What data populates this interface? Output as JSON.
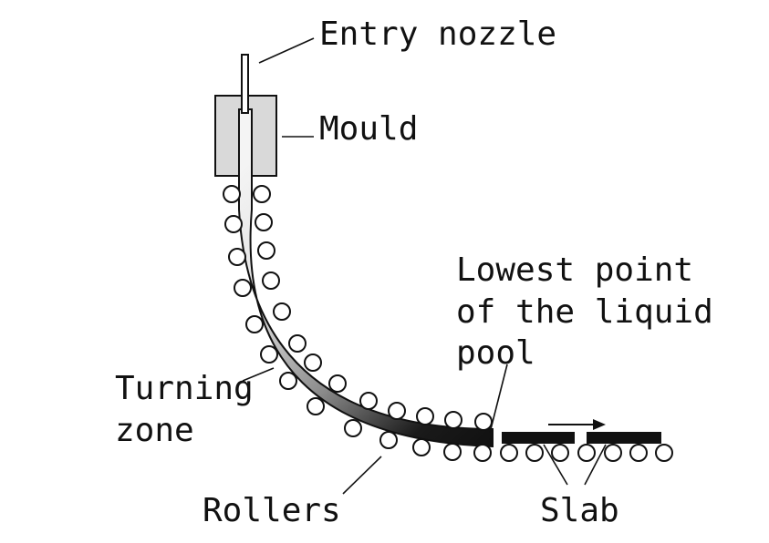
{
  "labels": {
    "entry_nozzle": "Entry nozzle",
    "mould": "Mould",
    "lowest_point_line1": "Lowest point",
    "lowest_point_line2": "of the liquid",
    "lowest_point_line3": "pool",
    "turning_zone_line1": "Turning",
    "turning_zone_line2": "zone",
    "rollers": "Rollers",
    "slab": "Slab"
  },
  "colors": {
    "ink": "#111111",
    "mould_fill": "#d9d9d9",
    "strand_light": "#f4f4f4",
    "strand_dark": "#111111"
  }
}
